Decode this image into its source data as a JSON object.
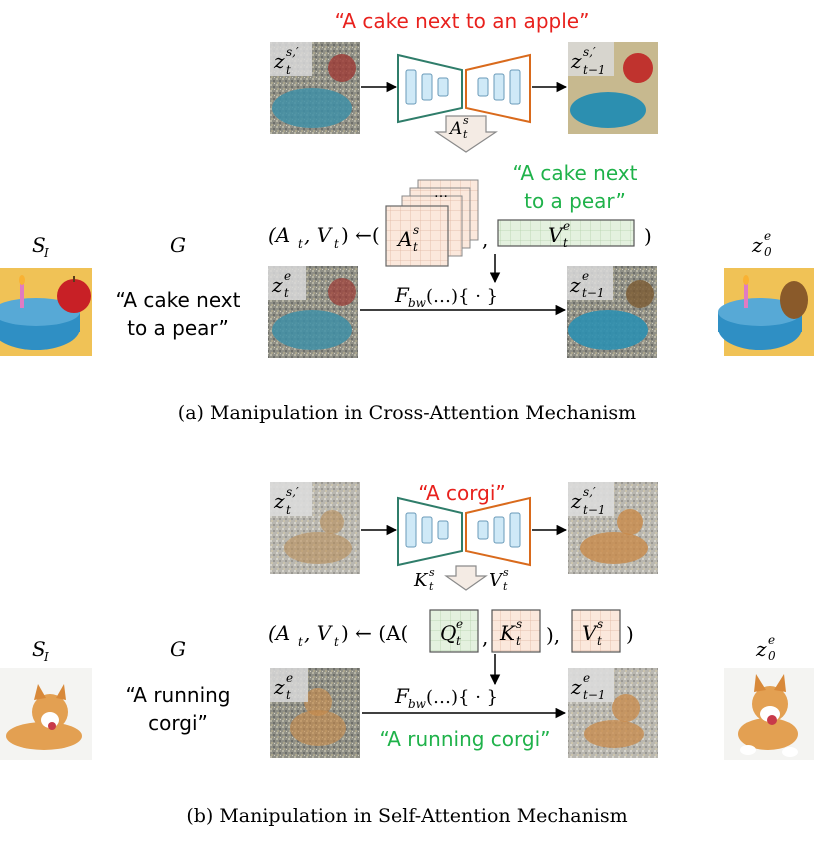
{
  "panel_a": {
    "prompt_source": "“A cake next to an apple”",
    "prompt_target_line1": "“A cake next",
    "prompt_target_line2": "to a pear”",
    "left_prompt_line1": "“A cake next",
    "left_prompt_line2": "to a pear”",
    "label_si": "S",
    "label_si_sub": "I",
    "label_g": "G",
    "label_z0e": "z",
    "label_z0e_sup": "e",
    "label_z0e_sub": "0",
    "latent_src_in_sup": "s,′",
    "latent_src_in_sub": "t",
    "latent_src_out_sup": "s,′",
    "latent_src_out_sub": "t−1",
    "latent_edit_in_sup": "e",
    "latent_edit_in_sub": "t",
    "latent_edit_out_sup": "e",
    "latent_edit_out_sub": "t−1",
    "attn_label": "A",
    "attn_sup": "s",
    "attn_sub": "t",
    "stack_dots": "…",
    "value_label": "V",
    "value_sup": "e",
    "value_sub": "t",
    "tuple_prefix": "(A",
    "tuple_mid": ", V",
    "tuple_suffix": ") ←(",
    "tuple_comma": ",",
    "tuple_close": ")",
    "fbw_label": "F",
    "fbw_sub": "bw",
    "fbw_args": "(…){ · }",
    "caption": "(a) Manipulation in Cross-Attention Mechanism"
  },
  "panel_b": {
    "prompt_source": "“A corgi”",
    "prompt_target": "“A running corgi”",
    "left_prompt_line1": "“A running",
    "left_prompt_line2": "corgi”",
    "label_si": "S",
    "label_si_sub": "I",
    "label_g": "G",
    "label_z0e": "z",
    "label_z0e_sup": "e",
    "label_z0e_sub": "0",
    "k_label": "K",
    "k_sup": "s",
    "k_sub": "t",
    "v_label": "V",
    "v_sup": "s",
    "v_sub": "t",
    "q_box_label": "Q",
    "q_box_sup": "e",
    "q_box_sub": "t",
    "tuple_text": "(A",
    "tuple_arrow": ") ← (A(",
    "comma1": ",",
    "comma2_close": "),",
    "close_paren": ")",
    "fbw_label": "F",
    "fbw_sub": "bw",
    "fbw_args": "(…){ · }",
    "caption": "(b) Manipulation in Self-Attention Mechanism"
  },
  "colors": {
    "source_prompt": "#e8211d",
    "target_prompt": "#1fb24a",
    "encoder": "#2f7d6a",
    "decoder": "#d96a1c",
    "unet_block": "#cfe9f7",
    "attn_grid": "#fbe8dc",
    "value_box": "#e4f1df"
  }
}
